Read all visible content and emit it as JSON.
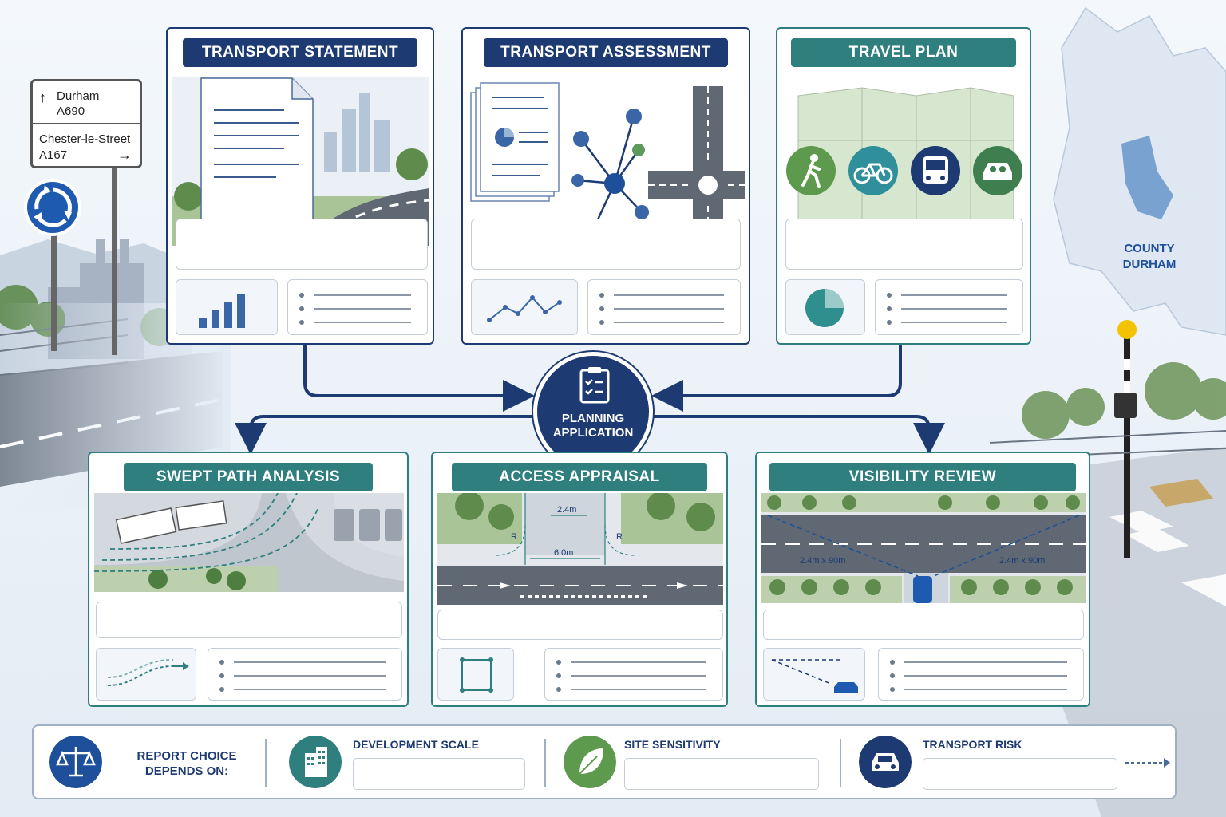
{
  "signs": {
    "line1_name": "Durham",
    "line1_road": "A690",
    "line2_name": "Chester-le-Street",
    "line2_road": "A167"
  },
  "map_label": "COUNTY\nDURHAM",
  "hub": {
    "label": "PLANNING\nAPPLICATION"
  },
  "reports": [
    {
      "title": "TRANSPORT STATEMENT"
    },
    {
      "title": "TRANSPORT ASSESSMENT"
    },
    {
      "title": "TRAVEL PLAN"
    }
  ],
  "studies": [
    {
      "title": "SWEPT PATH ANALYSIS"
    },
    {
      "title": "ACCESS APPRAISAL",
      "dim_top": "2.4m",
      "dim_width": "6.0m",
      "radius_left": "R",
      "radius_right": "R"
    },
    {
      "title": "VISIBILITY REVIEW",
      "splay_left": "2.4m x 90m",
      "splay_right": "2.4m x 90m"
    }
  ],
  "footer": {
    "intro": "REPORT CHOICE\nDEPENDS ON:",
    "factors": [
      {
        "label": "DEVELOPMENT SCALE",
        "icon": "building-icon"
      },
      {
        "label": "SITE SENSITIVITY",
        "icon": "leaf-icon"
      },
      {
        "label": "TRANSPORT RISK",
        "icon": "car-icon"
      }
    ]
  },
  "colors": {
    "navy": "#1d3a72",
    "teal": "#2f7f7f",
    "green": "#3f7f3f"
  }
}
